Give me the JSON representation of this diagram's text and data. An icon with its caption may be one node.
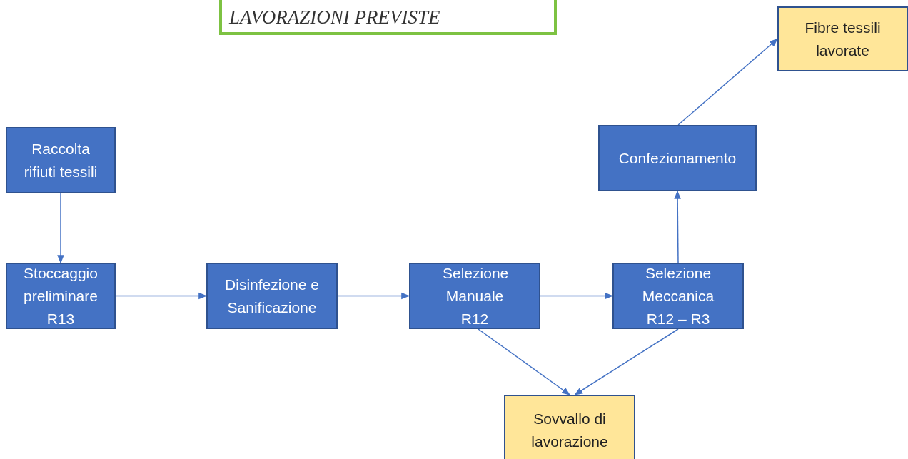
{
  "diagram": {
    "nodes": [
      {
        "text": [
          "LAVORAZIONI PREVISTE"
        ]
      },
      {
        "text": [
          "Raccolta rifiuti tessili"
        ]
      },
      {
        "text": [
          "Stoccaggio preliminare R13"
        ]
      },
      {
        "text": [
          "Disinfezione e Sanificazione"
        ]
      },
      {
        "text": [
          "Selezione Manuale R12"
        ]
      },
      {
        "text": [
          "Selezione Meccanica R12 – R3"
        ]
      },
      {
        "text": [
          "Confezionamento"
        ]
      },
      {
        "text": [
          "Fibre tessili lavorate"
        ]
      },
      {
        "text": [
          "Sovvallo di lavorazione"
        ]
      }
    ],
    "edges": [
      {
        "from": 1,
        "to": 2,
        "arrow": "to"
      },
      {
        "from": 2,
        "to": 3,
        "arrow": "to"
      },
      {
        "from": 3,
        "to": 4,
        "arrow": "to"
      },
      {
        "from": 4,
        "to": 5,
        "arrow": "to"
      },
      {
        "from": 5,
        "to": 6,
        "arrow": "to"
      },
      {
        "from": 6,
        "to": 7,
        "arrow": "to"
      },
      {
        "from": 4,
        "to": 8,
        "arrow": "to"
      },
      {
        "from": 5,
        "to": 8,
        "arrow": "to"
      }
    ]
  }
}
